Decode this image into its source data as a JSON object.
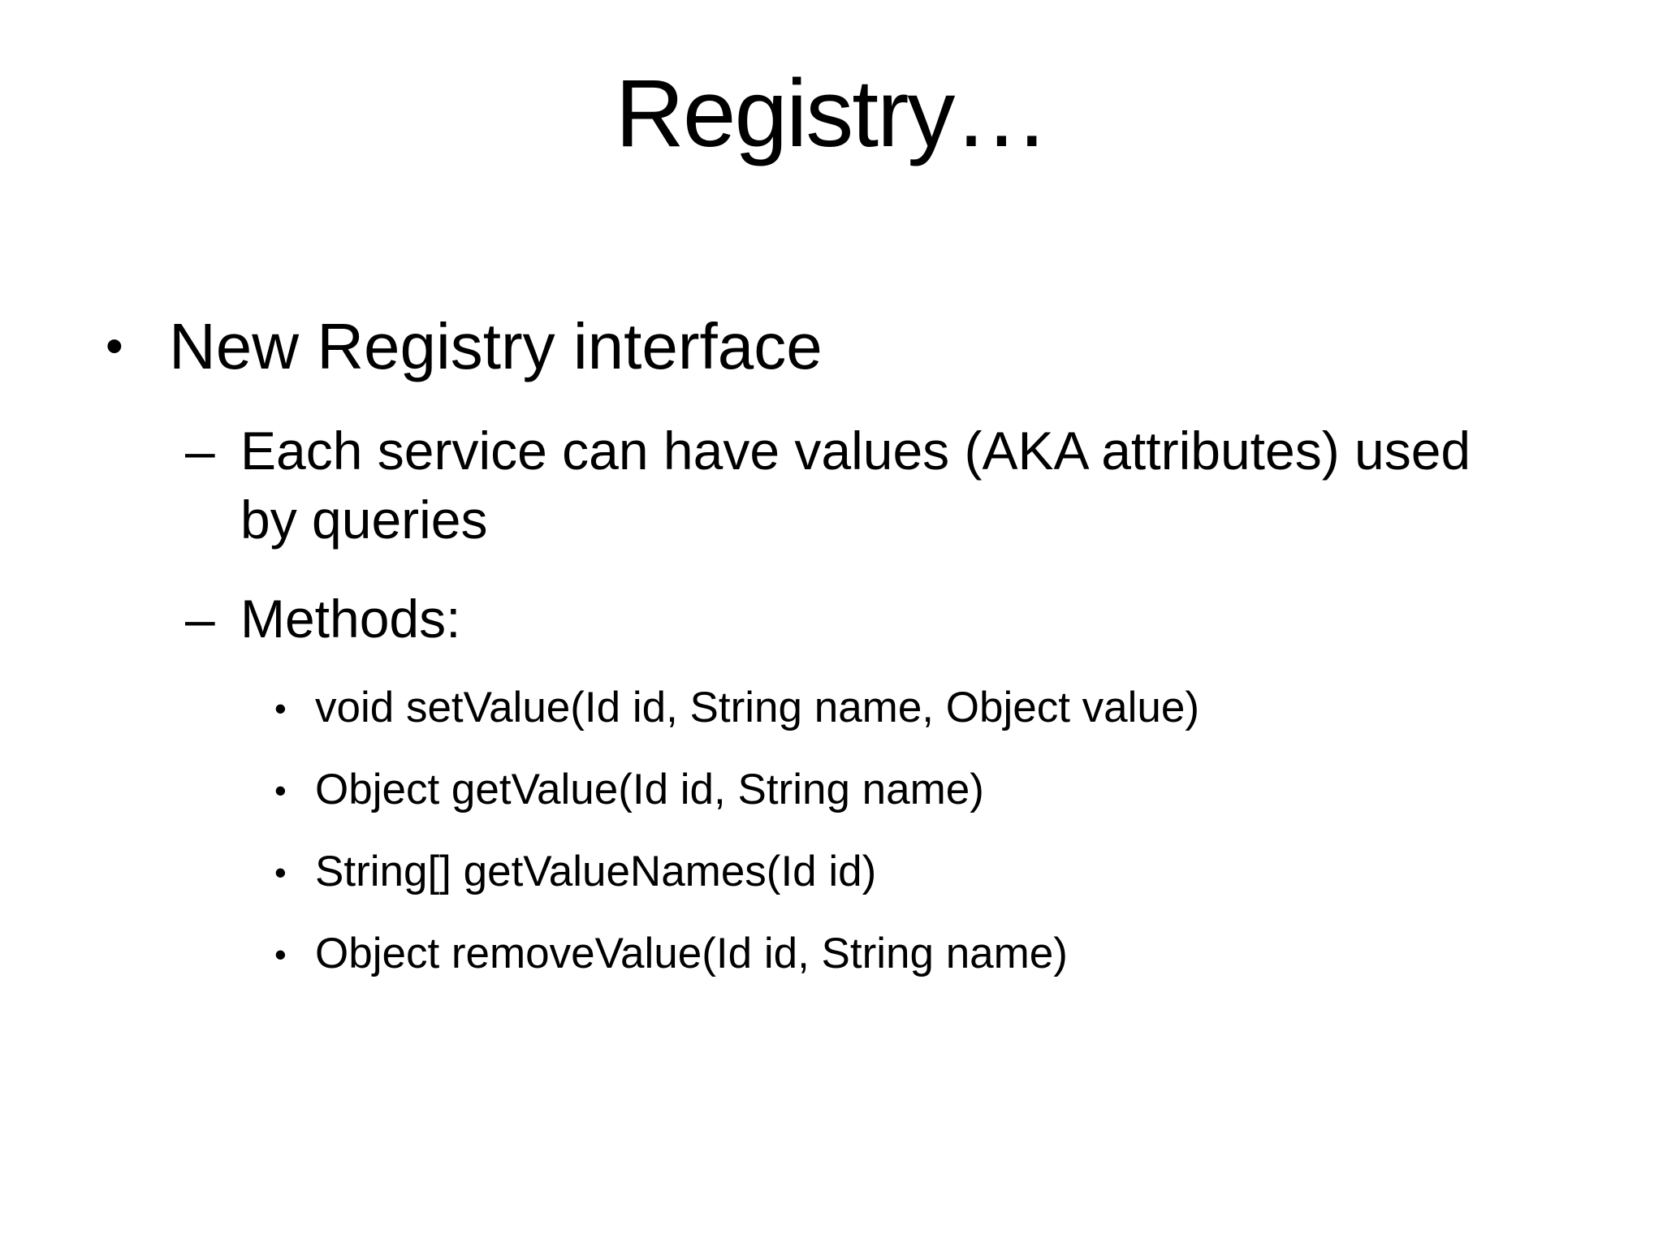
{
  "slide": {
    "title": "Registry…",
    "markers": {
      "level1": "•",
      "level2": "–",
      "level3": "•"
    },
    "bullets": [
      {
        "level": 1,
        "lines": [
          "New Registry interface"
        ]
      },
      {
        "level": 2,
        "lines": [
          "Each service can have values (AKA attributes) used",
          "by queries"
        ]
      },
      {
        "level": 2,
        "lines": [
          "Methods:"
        ]
      },
      {
        "level": 3,
        "lines": [
          "void setValue(Id id, String name, Object value)"
        ]
      },
      {
        "level": 3,
        "lines": [
          "Object getValue(Id id, String name)"
        ]
      },
      {
        "level": 3,
        "lines": [
          "String[] getValueNames(Id id)"
        ]
      },
      {
        "level": 3,
        "lines": [
          "Object removeValue(Id id, String name)"
        ]
      }
    ],
    "colors": {
      "background": "#ffffff",
      "text": "#000000"
    }
  }
}
